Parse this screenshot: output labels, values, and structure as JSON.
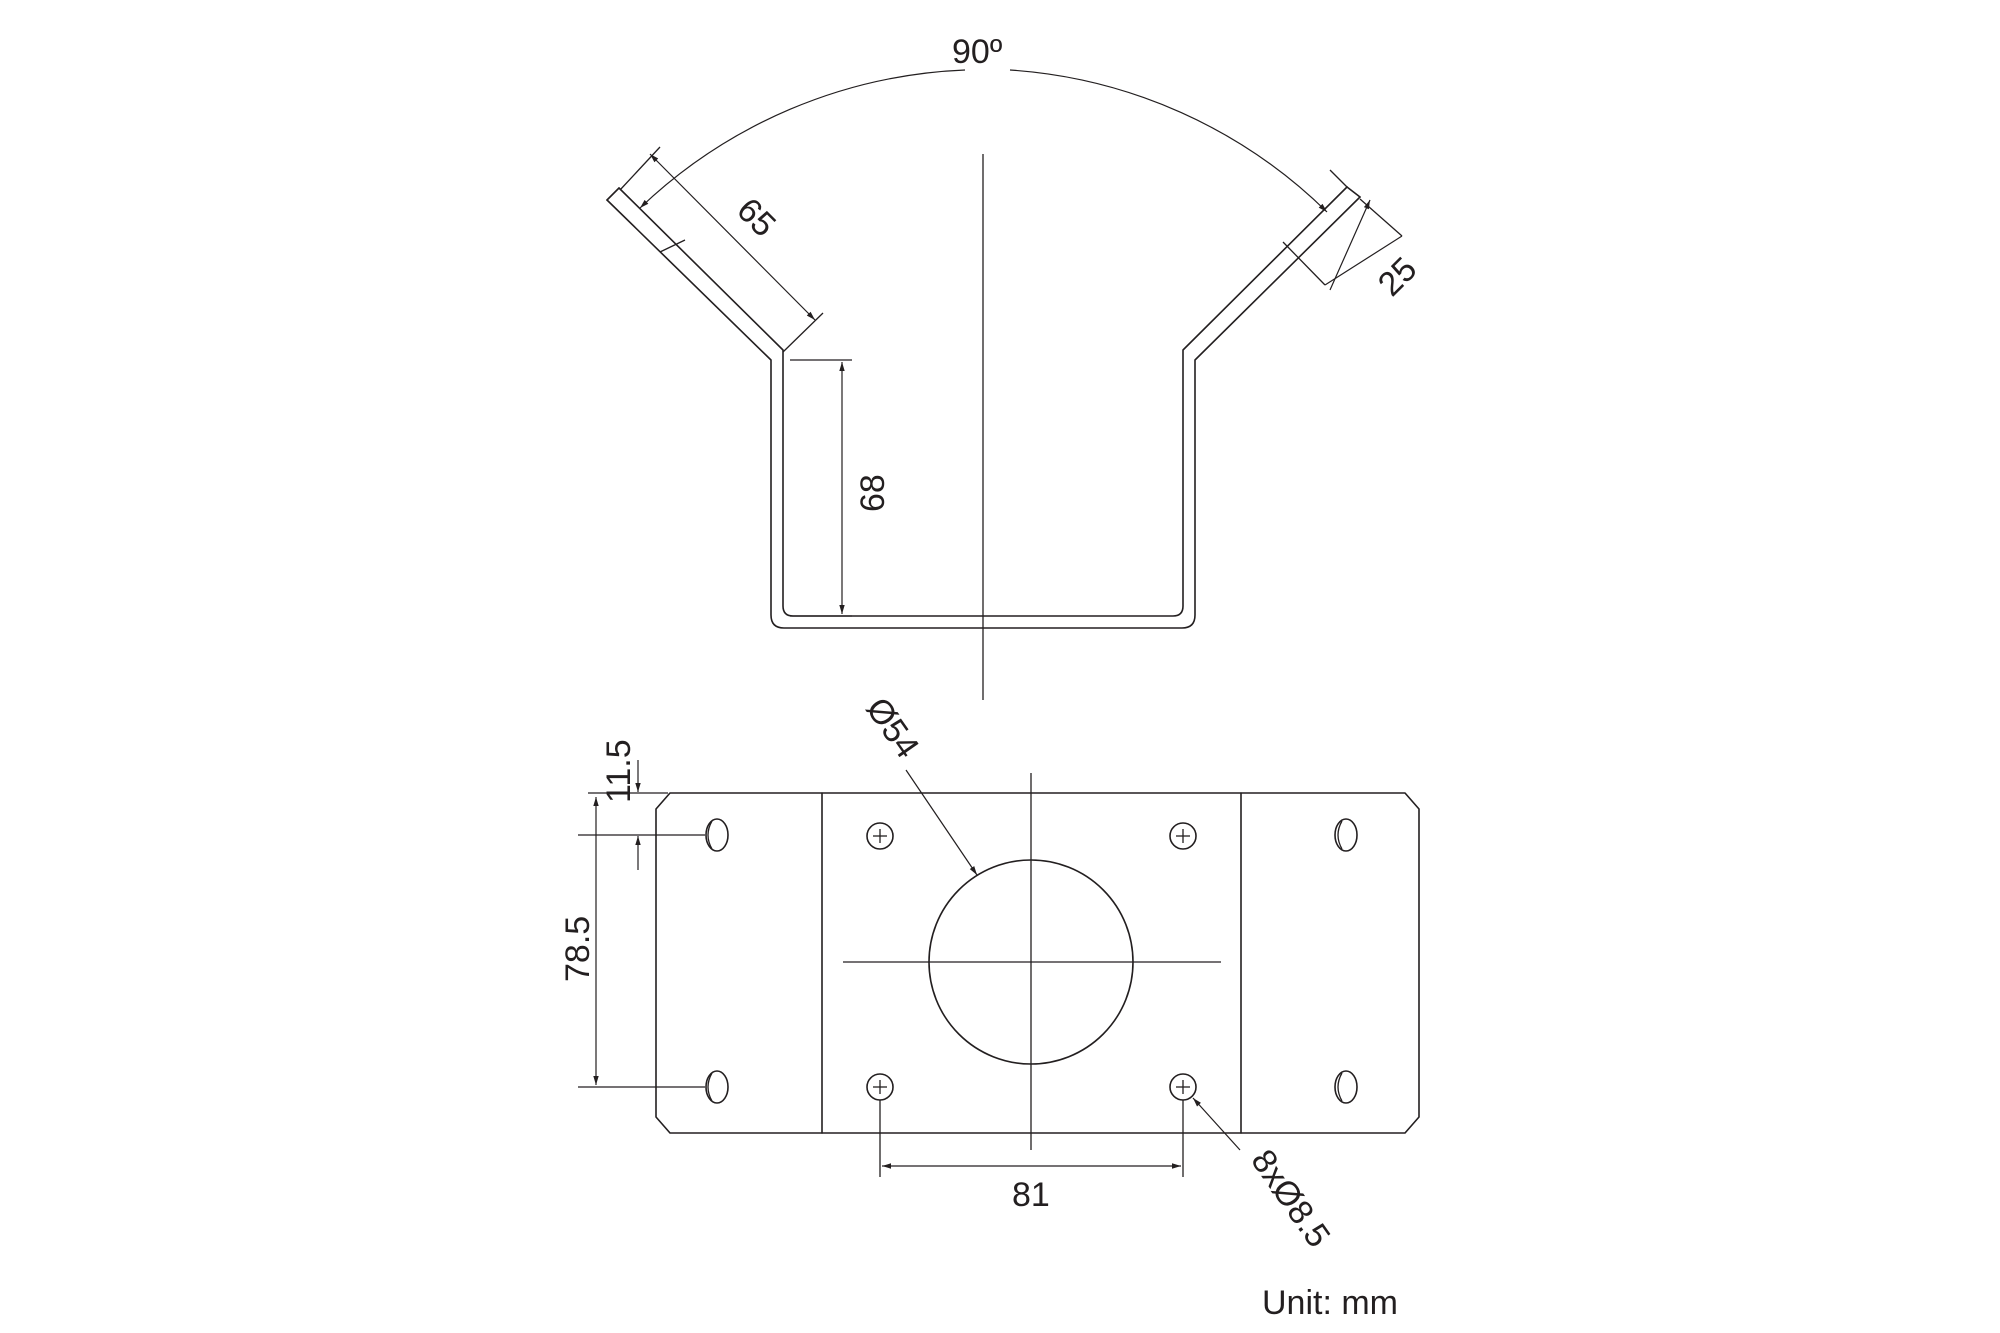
{
  "dimensions": {
    "angle": "90º",
    "arm_length": "65",
    "arm_width": "25",
    "depth": "68",
    "hole_offset_top": "11.5",
    "hole_spacing_vertical": "78.5",
    "center_hole": "Ø54",
    "hole_spacing_horizontal": "81",
    "holes": "8xØ8.5"
  },
  "unit_label": "Unit: mm",
  "line_color": "#231f20"
}
